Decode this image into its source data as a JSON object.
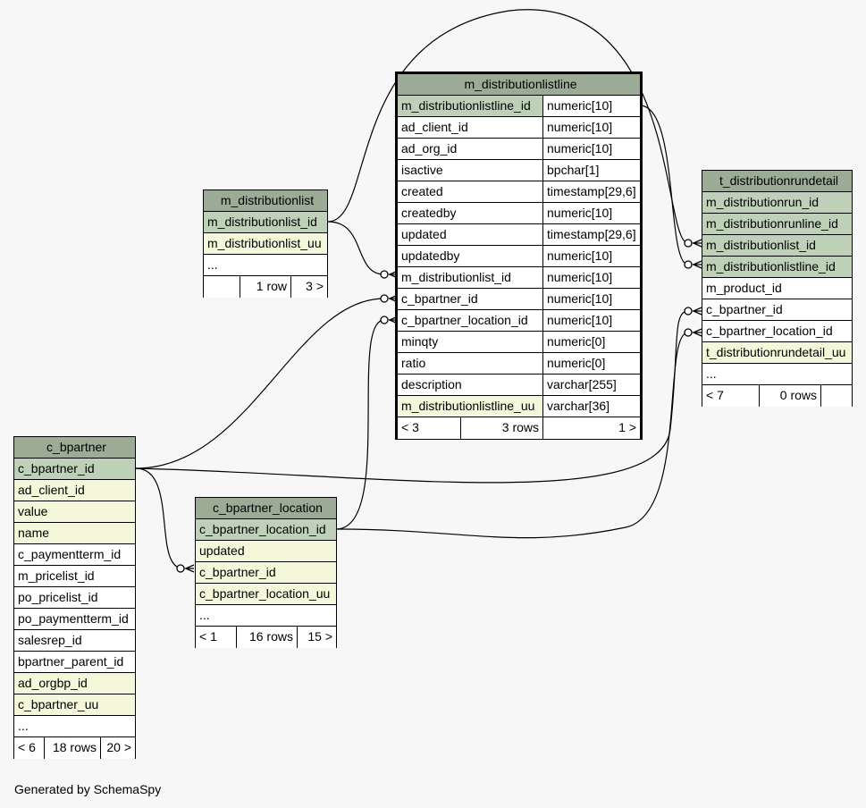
{
  "tables": {
    "m_distributionlistline": {
      "title": "m_distributionlistline",
      "columns": [
        {
          "name": "m_distributionlistline_id",
          "type": "numeric[10]"
        },
        {
          "name": "ad_client_id",
          "type": "numeric[10]"
        },
        {
          "name": "ad_org_id",
          "type": "numeric[10]"
        },
        {
          "name": "isactive",
          "type": "bpchar[1]"
        },
        {
          "name": "created",
          "type": "timestamp[29,6]"
        },
        {
          "name": "createdby",
          "type": "numeric[10]"
        },
        {
          "name": "updated",
          "type": "timestamp[29,6]"
        },
        {
          "name": "updatedby",
          "type": "numeric[10]"
        },
        {
          "name": "m_distributionlist_id",
          "type": "numeric[10]"
        },
        {
          "name": "c_bpartner_id",
          "type": "numeric[10]"
        },
        {
          "name": "c_bpartner_location_id",
          "type": "numeric[10]"
        },
        {
          "name": "minqty",
          "type": "numeric[0]"
        },
        {
          "name": "ratio",
          "type": "numeric[0]"
        },
        {
          "name": "description",
          "type": "varchar[255]"
        },
        {
          "name": "m_distributionlistline_uu",
          "type": "varchar[36]"
        }
      ],
      "footer": {
        "parents": "< 3",
        "rows": "3 rows",
        "children": "1 >"
      }
    },
    "m_distributionlist": {
      "title": "m_distributionlist",
      "columns": [
        {
          "name": "m_distributionlist_id"
        },
        {
          "name": "m_distributionlist_uu"
        },
        {
          "name": "..."
        }
      ],
      "footer": {
        "parents": "",
        "rows": "1 row",
        "children": "3 >"
      }
    },
    "t_distributionrundetail": {
      "title": "t_distributionrundetail",
      "columns": [
        {
          "name": "m_distributionrun_id"
        },
        {
          "name": "m_distributionrunline_id"
        },
        {
          "name": "m_distributionlist_id"
        },
        {
          "name": "m_distributionlistline_id"
        },
        {
          "name": "m_product_id"
        },
        {
          "name": "c_bpartner_id"
        },
        {
          "name": "c_bpartner_location_id"
        },
        {
          "name": "t_distributionrundetail_uu"
        },
        {
          "name": "..."
        }
      ],
      "footer": {
        "parents": "< 7",
        "rows": "0 rows",
        "children": ""
      }
    },
    "c_bpartner": {
      "title": "c_bpartner",
      "columns": [
        {
          "name": "c_bpartner_id"
        },
        {
          "name": "ad_client_id"
        },
        {
          "name": "value"
        },
        {
          "name": "name"
        },
        {
          "name": "c_paymentterm_id"
        },
        {
          "name": "m_pricelist_id"
        },
        {
          "name": "po_pricelist_id"
        },
        {
          "name": "po_paymentterm_id"
        },
        {
          "name": "salesrep_id"
        },
        {
          "name": "bpartner_parent_id"
        },
        {
          "name": "ad_orgbp_id"
        },
        {
          "name": "c_bpartner_uu"
        },
        {
          "name": "..."
        }
      ],
      "footer": {
        "parents": "< 6",
        "rows": "18 rows",
        "children": "20 >"
      }
    },
    "c_bpartner_location": {
      "title": "c_bpartner_location",
      "columns": [
        {
          "name": "c_bpartner_location_id"
        },
        {
          "name": "updated"
        },
        {
          "name": "c_bpartner_id"
        },
        {
          "name": "c_bpartner_location_uu"
        },
        {
          "name": "..."
        }
      ],
      "footer": {
        "parents": "< 1",
        "rows": "16 rows",
        "children": "15 >"
      }
    }
  },
  "footer_text": "Generated by SchemaSpy",
  "colors": {
    "title_bg": "#9bab96",
    "pk_bg": "#bed1b8",
    "index_bg": "#f4f7da",
    "plain_bg": "#ffffff",
    "background": "#f7f7f7"
  }
}
